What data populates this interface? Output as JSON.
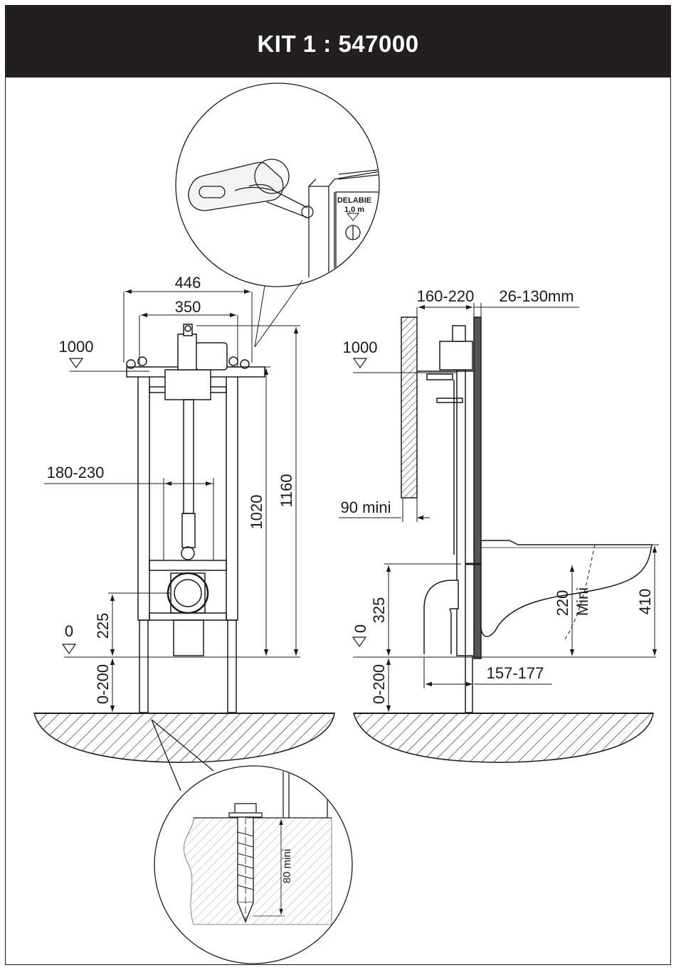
{
  "header": {
    "title": "KIT 1 : 547000"
  },
  "front_view": {
    "width_outer": "446",
    "width_inner": "350",
    "level_label": "1000",
    "spacing_label": "180-230",
    "height_1020": "1020",
    "height_1160": "1160",
    "height_225": "225",
    "zero_label": "0",
    "adjust_label": "0-200"
  },
  "side_view": {
    "depth_label": "160-220",
    "wall_label": "26-130mm",
    "level_label": "1000",
    "min_label": "90 mini",
    "height_325": "325",
    "height_220": "220",
    "mini_label": "Mini",
    "height_410": "410",
    "zero_label": "0",
    "adjust_label": "0-200",
    "offset_label": "157-177"
  },
  "detail_top": {
    "brand_label": "DELABIE",
    "height_label": "1,0 m"
  },
  "detail_bottom": {
    "anchor_label": "80 mini"
  },
  "colors": {
    "ink": "#1a1a1a",
    "header_bg": "#231f20",
    "header_text": "#ffffff"
  }
}
